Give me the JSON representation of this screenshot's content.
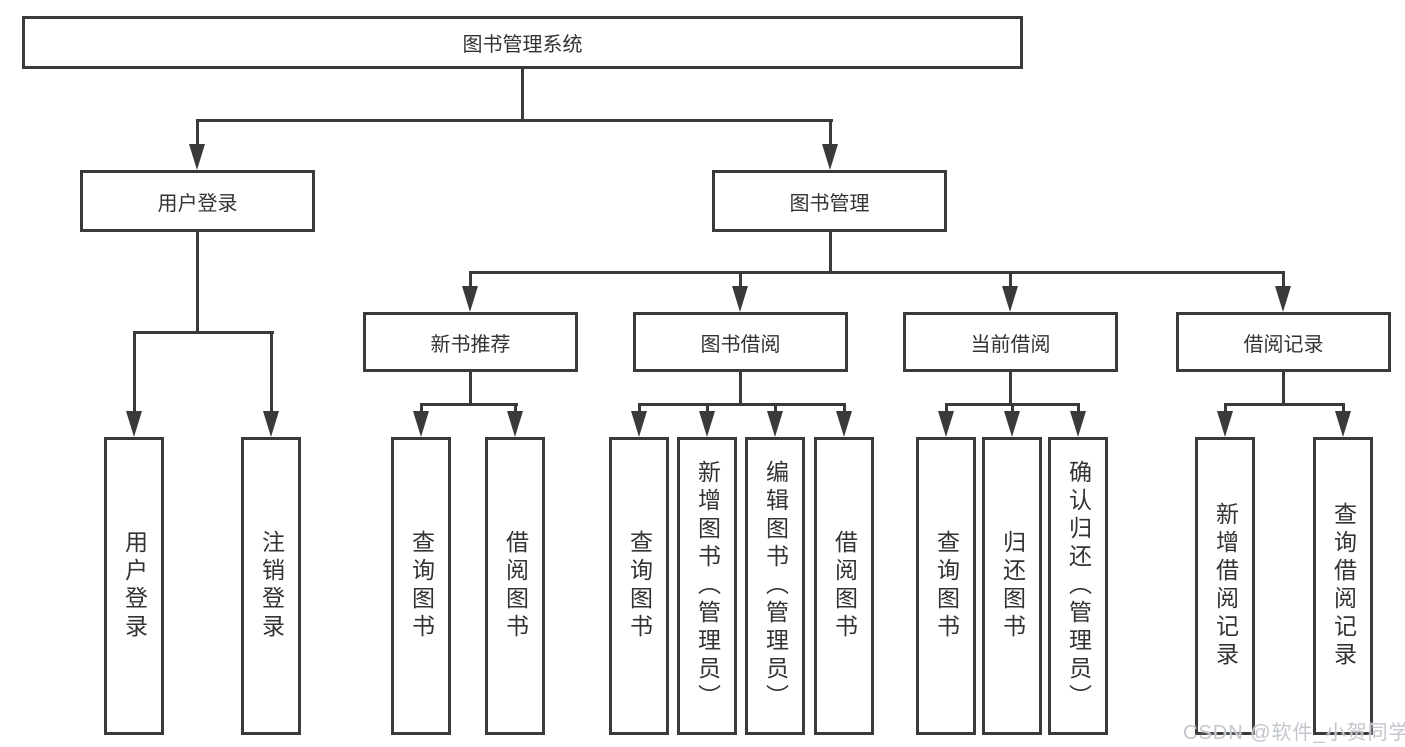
{
  "diagram": {
    "root": "图书管理系统",
    "level2": [
      "用户登录",
      "图书管理"
    ],
    "level3": [
      "新书推荐",
      "图书借阅",
      "当前借阅",
      "借阅记录"
    ],
    "leaves": {
      "user_login": [
        "用户登录",
        "注销登录"
      ],
      "new_book_recommend": [
        "查询图书",
        "借阅图书"
      ],
      "book_borrow": [
        "查询图书",
        "新增图书（管理员）",
        "编辑图书（管理员）",
        "借阅图书"
      ],
      "current_borrow": [
        "查询图书",
        "归还图书",
        "确认归还（管理员）"
      ],
      "borrow_records": [
        "新增借阅记录",
        "查询借阅记录"
      ]
    }
  },
  "watermark": "CSDN @软件_小贺同学",
  "colors": {
    "line": "#3a3a3a",
    "text": "#333333",
    "background": "#ffffff",
    "watermark": "#c2c6cd"
  }
}
